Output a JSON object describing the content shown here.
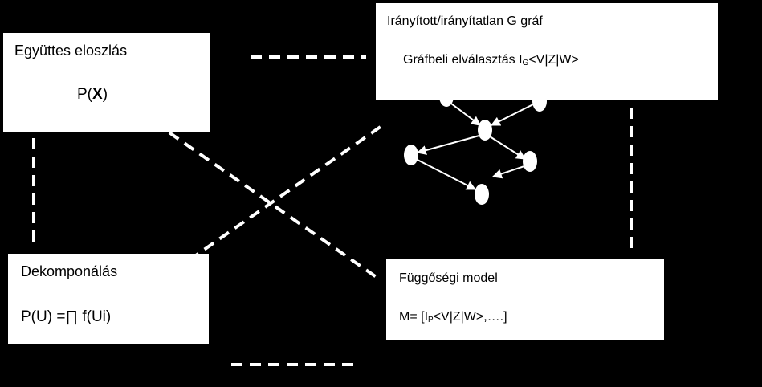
{
  "joint": {
    "title": "Együttes eloszlás",
    "formula_prefix": "P(",
    "formula_var": "X",
    "formula_suffix": ")"
  },
  "graph": {
    "title": "Irányított/irányítatlan G gráf",
    "sep_prefix": "Gráfbeli elválasztás I",
    "sep_sub": "G",
    "sep_suffix": "<V|Z|W>"
  },
  "decomp": {
    "title": "Dekomponálás",
    "formula": "P(U) =∏ f(Ui)"
  },
  "dependency": {
    "title": "Függőségi model",
    "formula_prefix": "M= [I",
    "formula_sub": "P",
    "formula_suffix": "<V|Z|W>,….]"
  },
  "colors": {
    "background": "#000000",
    "box": "#ffffff",
    "line": "#ffffff"
  }
}
